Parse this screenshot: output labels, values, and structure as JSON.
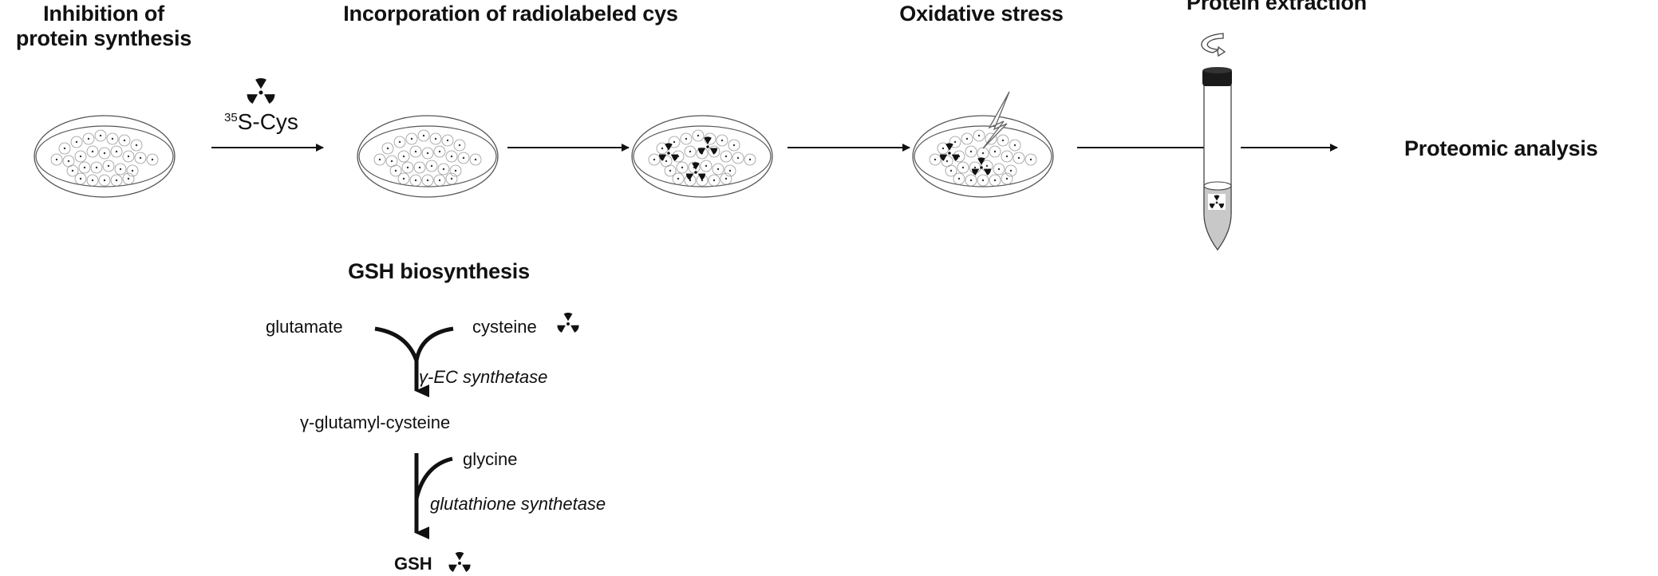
{
  "workflow": {
    "steps": [
      {
        "title_line1": "Inhibition of",
        "title_line2": "protein synthesis"
      },
      {
        "title": "Incorporation of radiolabeled cys"
      },
      {
        "title": "Oxidative stress"
      },
      {
        "title": "Protein extraction"
      }
    ],
    "label_isotope_sup": "35",
    "label_isotope": "S-Cys",
    "final_step": "Proteomic analysis"
  },
  "gsh": {
    "title": "GSH biosynthesis",
    "substrate1": "glutamate",
    "substrate2": "cysteine",
    "enzyme1": "γ-EC synthetase",
    "intermediate": "γ-glutamyl-cysteine",
    "substrate3": "glycine",
    "enzyme2": "glutathione synthetase",
    "product": "GSH"
  },
  "icons": {
    "radioactive": "radioactive-trefoil-icon",
    "petri_dish": "petri-dish-icon",
    "lightning": "lightning-icon",
    "tube": "centrifuge-tube-icon",
    "rotation": "rotation-arrow-icon"
  },
  "colors": {
    "ink": "#111111",
    "tube_fill": "#c8c8c8",
    "cap": "#1a1a1a"
  }
}
